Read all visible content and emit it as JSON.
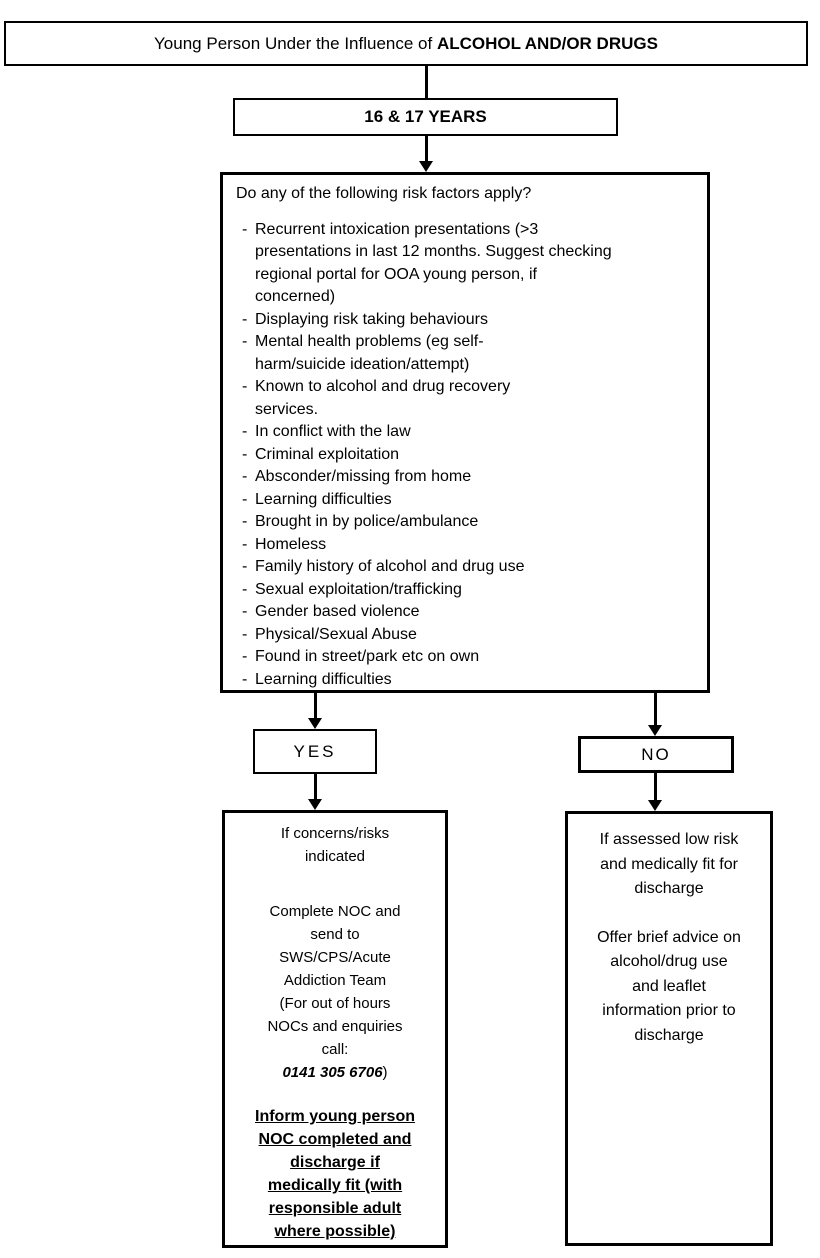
{
  "title_box": {
    "text_regular": "Young Person Under the Influence of ",
    "text_bold": "ALCOHOL AND/OR DRUGS"
  },
  "age_box": {
    "label": "16 & 17 YEARS"
  },
  "risk_box": {
    "heading": "Do any of the following risk factors apply?",
    "bullet": "-",
    "items": [
      "Recurrent intoxication presentations (>3\npresentations in last 12 months. Suggest checking\nregional portal for OOA young person, if\nconcerned)",
      "Displaying risk taking behaviours",
      "Mental health problems (eg self-\nharm/suicide ideation/attempt)",
      "Known to alcohol and drug recovery\nservices.",
      "In conflict with the law",
      "Criminal exploitation",
      "Absconder/missing from home",
      "Learning difficulties",
      "Brought in by police/ambulance",
      "Homeless",
      "Family history of alcohol and drug use",
      "Sexual exploitation/trafficking",
      "Gender based violence",
      "Physical/Sexual Abuse",
      "Found in street/park etc on own",
      "Learning difficulties"
    ]
  },
  "decision": {
    "yes_label": "YES",
    "no_label": "NO"
  },
  "yes_outcome": {
    "p1": "If concerns/risks\nindicated",
    "p2_prefix": "Complete NOC and\nsend to\nSWS/CPS/Acute\nAddiction Team\n(For out of hours\nNOCs and enquiries\ncall:",
    "phone": "0141 305 6706",
    "phone_suffix": ")",
    "p3": "Inform young person\nNOC completed and\ndischarge if\nmedically fit (with\nresponsible adult\nwhere possible)"
  },
  "no_outcome": {
    "p1": "If assessed low risk\nand medically fit for\ndischarge",
    "p2": "Offer brief advice on\nalcohol/drug use\nand leaflet\ninformation prior to\ndischarge"
  },
  "colors": {
    "line": "#000000",
    "background": "#ffffff"
  }
}
